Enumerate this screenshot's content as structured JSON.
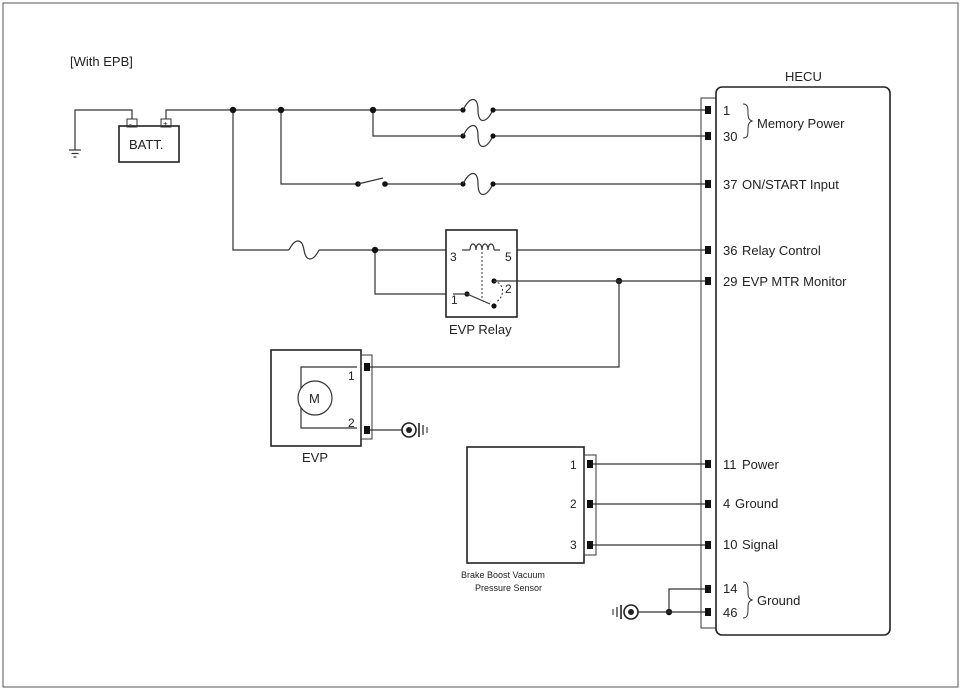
{
  "diagram": {
    "variant": "[With EPB]",
    "battery": {
      "label": "BATT.",
      "neg": "-",
      "pos": "+"
    },
    "hecu": {
      "title": "HECU",
      "pins": [
        {
          "num": "1",
          "label": ""
        },
        {
          "num": "30",
          "label": ""
        },
        {
          "num": "37",
          "label": "ON/START Input"
        },
        {
          "num": "36",
          "label": "Relay Control"
        },
        {
          "num": "29",
          "label": "EVP MTR Monitor"
        },
        {
          "num": "11",
          "label": "Power"
        },
        {
          "num": "4",
          "label": "Ground"
        },
        {
          "num": "10",
          "label": "Signal"
        },
        {
          "num": "14",
          "label": ""
        },
        {
          "num": "46",
          "label": ""
        }
      ],
      "memory_power_label": "Memory Power",
      "ground_label": "Ground"
    },
    "relay": {
      "name": "EVP Relay",
      "pins": [
        "3",
        "5",
        "1",
        "2"
      ]
    },
    "evp": {
      "name": "EVP",
      "motor": "M",
      "pins": [
        "1",
        "2"
      ]
    },
    "sensor": {
      "name_line1": "Brake Boost Vacuum",
      "name_line2": "Pressure Sensor",
      "pins": [
        "1",
        "2",
        "3"
      ]
    }
  }
}
